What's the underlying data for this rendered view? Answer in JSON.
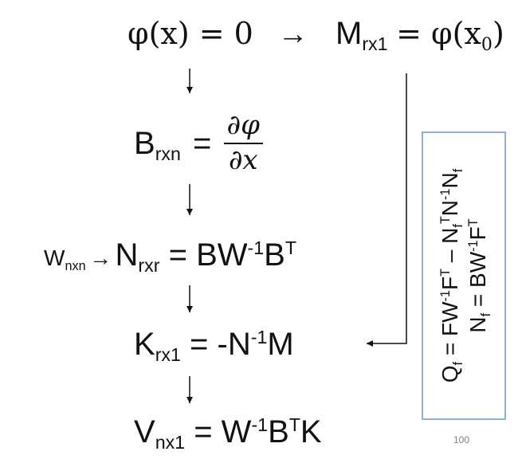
{
  "eq1": {
    "lhs": "φ(x) = 0",
    "arrow": "→",
    "M": "M",
    "M_sub": "rx1",
    "rhs": "= φ(x",
    "rhs_sub": "0",
    "rhs_close": ")"
  },
  "eq2": {
    "B": "B",
    "B_sub": "rxn",
    "eq": "=",
    "num": "∂φ",
    "den": "∂x"
  },
  "eq3": {
    "W": "W",
    "W_sub": "nxn",
    "arrow": "→",
    "N": "N",
    "N_sub": "rxr",
    "eq": "= BW",
    "sup1": "-1",
    "B": "B",
    "sup2": "T"
  },
  "eq4": {
    "K": "K",
    "K_sub": "rx1",
    "eq": "= -N",
    "sup1": "-1",
    "M": "M"
  },
  "eq5": {
    "V": "V",
    "V_sub": "nx1",
    "eq": "= W",
    "sup1": "-1",
    "B": "B",
    "sup2": "T",
    "K": "K"
  },
  "box": {
    "line1": {
      "Q": "Q",
      "Q_sub": "f",
      "eq": " = FW",
      "s1": "-1",
      "F": "F",
      "s2": "T",
      "minus": " – N",
      "n_sub": "f",
      "s3": "T",
      "N": "N",
      "s4": "-1",
      "N2": "N",
      "n2_sub": "f"
    },
    "line2": {
      "N": "N",
      "N_sub": "f",
      "eq": " = BW",
      "s1": "-1",
      "F": "F",
      "s2": "T"
    }
  },
  "page_number": "100",
  "colors": {
    "box_border": "#8fb0d3",
    "text": "#111111",
    "page_number": "#7f7f7f"
  }
}
